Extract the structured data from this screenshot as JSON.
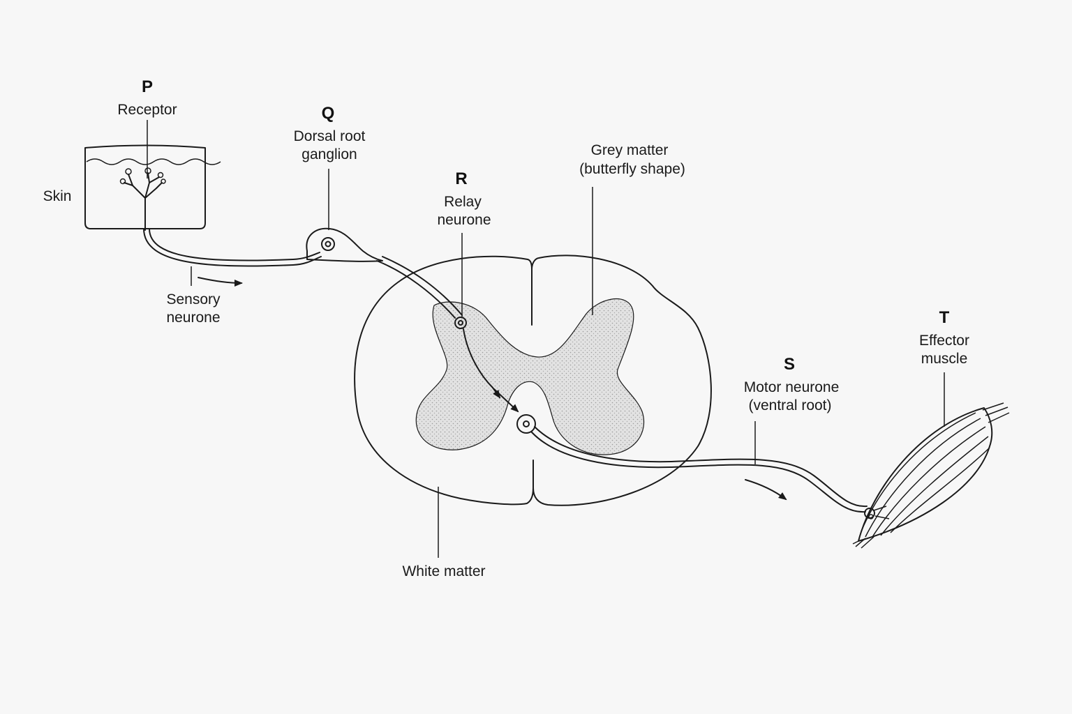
{
  "labels": {
    "p_letter": "P",
    "p_text": "Receptor",
    "skin": "Skin",
    "q_letter": "Q",
    "q_text_1": "Dorsal root",
    "q_text_2": "ganglion",
    "grey_1": "Grey matter",
    "grey_2": "(butterfly shape)",
    "r_letter": "R",
    "r_text_1": "Relay",
    "r_text_2": "neurone",
    "sensory_1": "Sensory",
    "sensory_2": "neurone",
    "s_letter": "S",
    "s_text_1": "Motor neurone",
    "s_text_2": "(ventral root)",
    "t_letter": "T",
    "t_text_1": "Effector",
    "t_text_2": "muscle",
    "white": "White matter"
  },
  "colors": {
    "background": "#f7f7f7",
    "stroke": "#1a1a1a",
    "grey_matter": "#dedede"
  }
}
